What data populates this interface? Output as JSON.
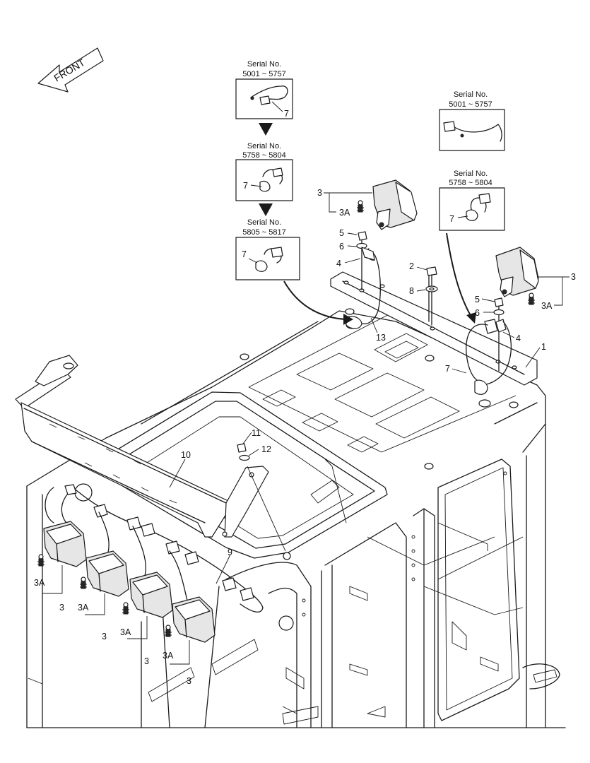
{
  "diagram": {
    "front_label": "FRONT",
    "serial_boxes_left": [
      {
        "title": "Serial No.",
        "range": "5001 ~ 5757",
        "part": "7"
      },
      {
        "title": "Serial No.",
        "range": "5758 ~ 5804",
        "part": "7"
      },
      {
        "title": "Serial No.",
        "range": "5805 ~ 5817",
        "part": "7"
      }
    ],
    "serial_boxes_right": [
      {
        "title": "Serial No.",
        "range": "5001 ~ 5757"
      },
      {
        "title": "Serial No.",
        "range": "5758 ~ 5804",
        "part": "7"
      }
    ],
    "callouts": {
      "c1": "1",
      "c2": "2",
      "c3_top_left": "3",
      "c3a_top_left": "3A",
      "c3_right": "3",
      "c3a_right": "3A",
      "c4_left": "4",
      "c4_right": "4",
      "c5_left": "5",
      "c5_right": "5",
      "c6_left": "6",
      "c6_right": "6",
      "c7_right": "7",
      "c8": "8",
      "c9": "9",
      "c10": "10",
      "c11": "11",
      "c12": "12",
      "c13": "13",
      "lamp_bank": [
        {
          "a": "3A",
          "n": "3"
        },
        {
          "a": "3A",
          "n": "3"
        },
        {
          "a": "3A",
          "n": "3"
        },
        {
          "a": "3A",
          "n": "3"
        }
      ]
    }
  }
}
